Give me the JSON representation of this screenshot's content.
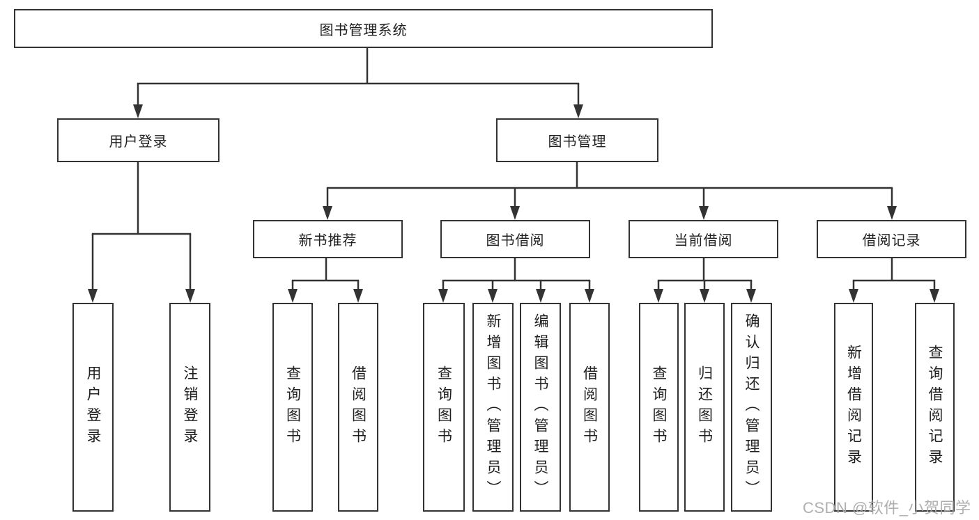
{
  "diagram": {
    "colors": {
      "background": "#ffffff",
      "line": "#333333",
      "box_border": "#333333",
      "box_fill": "#ffffff",
      "text": "#1f1f1f",
      "watermark": "#a8a8a8"
    },
    "root": {
      "label": "图书管理系统"
    },
    "level2": [
      {
        "label": "用户登录"
      },
      {
        "label": "图书管理"
      }
    ],
    "level3": [
      {
        "label": "新书推荐"
      },
      {
        "label": "图书借阅"
      },
      {
        "label": "当前借阅"
      },
      {
        "label": "借阅记录"
      }
    ],
    "leaves": {
      "user_login": [
        {
          "label": "用户登录"
        },
        {
          "label": "注销登录"
        }
      ],
      "new_book": [
        {
          "label": "查询图书"
        },
        {
          "label": "借阅图书"
        }
      ],
      "book_borrow": [
        {
          "label": "查询图书"
        },
        {
          "label": "新增图书（管理员）"
        },
        {
          "label": "编辑图书（管理员）"
        },
        {
          "label": "借阅图书"
        }
      ],
      "current_borrow": [
        {
          "label": "查询图书"
        },
        {
          "label": "归还图书"
        },
        {
          "label": "确认归还（管理员）"
        }
      ],
      "borrow_record": [
        {
          "label": "新增借阅记录"
        },
        {
          "label": "查询借阅记录"
        }
      ]
    },
    "watermark": {
      "text": "CSDN @软件_小贺同学"
    }
  }
}
